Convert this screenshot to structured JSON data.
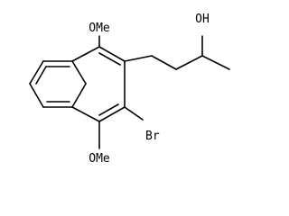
{
  "molecule": {
    "labels": {
      "ome_top": "OMe",
      "ome_bottom": "OMe",
      "br": "Br",
      "oh": "OH"
    },
    "colors": {
      "bond": "#000000",
      "text": "#000000",
      "background": "#ffffff"
    }
  }
}
